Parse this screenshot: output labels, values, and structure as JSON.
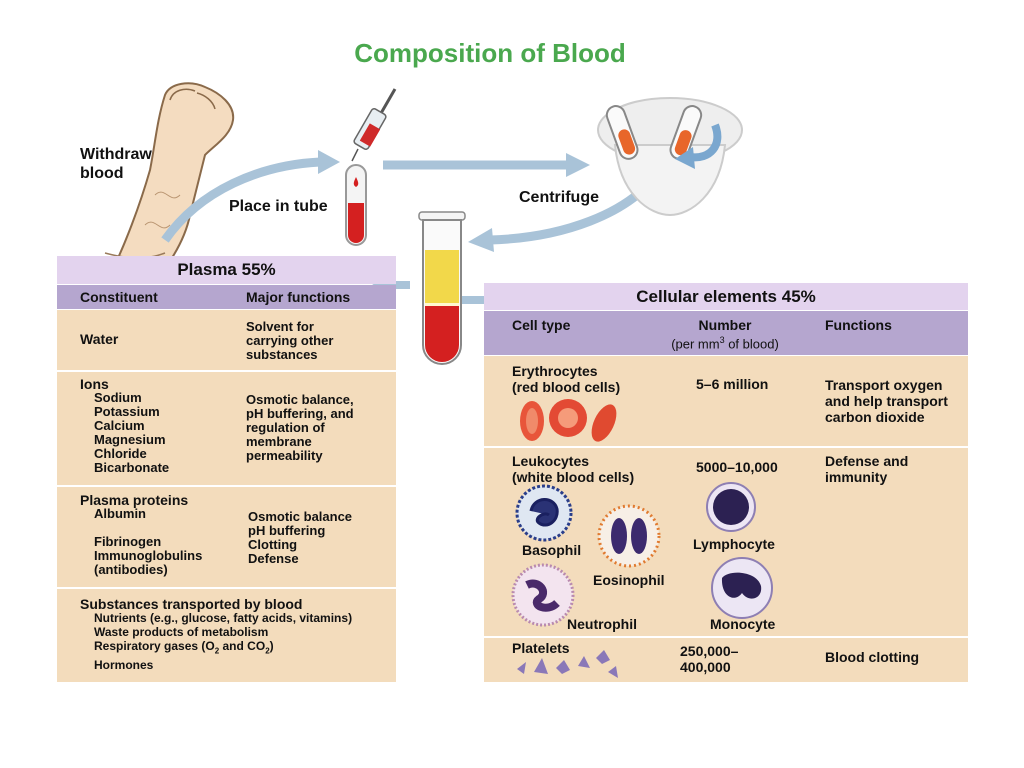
{
  "title": "Composition of Blood",
  "steps": {
    "withdraw": [
      "Withdraw",
      "blood"
    ],
    "place": "Place in tube",
    "centrifuge": "Centrifuge"
  },
  "plasma": {
    "title": "Plasma 55%",
    "headers": [
      "Constituent",
      "Major functions"
    ],
    "water": {
      "name": "Water",
      "function": [
        "Solvent for",
        "carrying other",
        "substances"
      ]
    },
    "ions": {
      "name": "Ions",
      "items": [
        "Sodium",
        "Potassium",
        "Calcium",
        "Magnesium",
        "Chloride",
        "Bicarbonate"
      ],
      "function": [
        "Osmotic balance,",
        "pH buffering, and",
        "regulation of",
        "membrane",
        "permeability"
      ]
    },
    "proteins": {
      "name": "Plasma proteins",
      "items": [
        "Albumin",
        "Fibrinogen",
        "Immunoglobulins",
        "(antibodies)"
      ],
      "functions": [
        "Osmotic balance",
        "pH buffering",
        "Clotting",
        "Defense"
      ]
    },
    "substances": {
      "name": "Substances transported by blood",
      "items": [
        "Nutrients (e.g., glucose, fatty acids, vitamins)",
        "Waste products of metabolism",
        "Respiratory gases (O",
        "2",
        " and CO",
        "2",
        ")",
        "Hormones"
      ]
    }
  },
  "cells": {
    "title": "Cellular elements 45%",
    "headers": {
      "type": "Cell type",
      "number": "Number",
      "number_sub_a": "(per mm",
      "number_sup": "3",
      "number_sub_b": " of blood)",
      "functions": "Functions"
    },
    "erythrocytes": {
      "name": [
        "Erythrocytes",
        "(red blood cells)"
      ],
      "number": "5–6 million",
      "function": [
        "Transport oxygen",
        "and help transport",
        "carbon dioxide"
      ]
    },
    "leukocytes": {
      "name": [
        "Leukocytes",
        "(white blood cells)"
      ],
      "number": "5000–10,000",
      "function": [
        "Defense and",
        "immunity"
      ],
      "types": {
        "basophil": "Basophil",
        "eosinophil": "Eosinophil",
        "neutrophil": "Neutrophil",
        "lymphocyte": "Lymphocyte",
        "monocyte": "Monocyte"
      }
    },
    "platelets": {
      "name": "Platelets",
      "number": [
        "250,000–",
        "400,000"
      ],
      "function": "Blood clotting"
    }
  },
  "colors": {
    "title": "#4aa84e",
    "panel": "#f3dcbc",
    "header_light": "#e3d3ee",
    "header_dark": "#b5a6cf",
    "blood": "#d42020",
    "plasma": "#f2d84a",
    "arrow": "#a9c3d8"
  }
}
